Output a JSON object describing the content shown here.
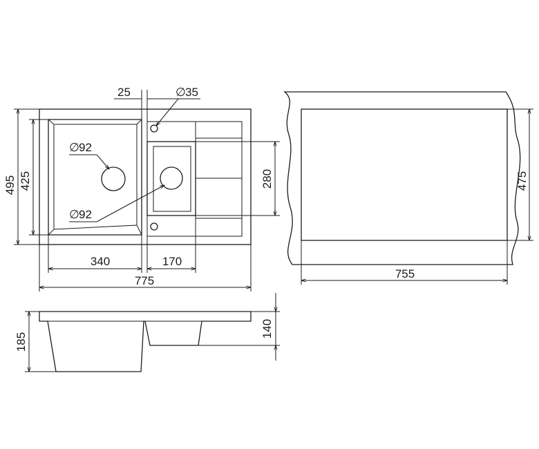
{
  "drawing": {
    "colors": {
      "line": "#1a1a1a",
      "background": "#ffffff"
    },
    "dimensions": {
      "overall_width": "775",
      "overall_height": "495",
      "bowl_height": "425",
      "main_bowl_width": "340",
      "small_bowl_width": "170",
      "small_bowl_height": "280",
      "wall_gap": "25",
      "tap_hole": "35",
      "drain_main": "92",
      "drain_small": "92",
      "cutout_width": "755",
      "cutout_height": "475",
      "depth_main": "185",
      "depth_small": "140"
    },
    "symbols": {
      "diameter": "∅"
    }
  }
}
